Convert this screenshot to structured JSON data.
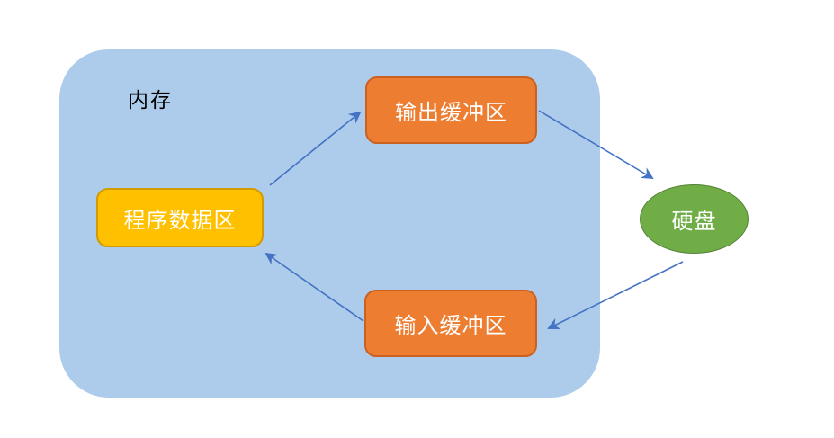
{
  "colors": {
    "memory_fill": "#ADCBEA",
    "gold_fill": "#FFC000",
    "gold_border": "#D29B00",
    "orange_fill": "#ED7D31",
    "orange_border": "#CB6120",
    "green_fill": "#70AD47",
    "green_border": "#548235",
    "arrow": "#4472C4",
    "node_text": "#FFFFFF",
    "container_text": "#000000"
  },
  "diagram": {
    "container": {
      "id": "memory",
      "label": "内存",
      "shape": "rounded-rectangle"
    },
    "nodes": [
      {
        "id": "program-data-area",
        "label": "程序数据区",
        "shape": "rounded-rectangle",
        "fill": "#FFC000",
        "inside_container": true
      },
      {
        "id": "output-buffer",
        "label": "输出缓冲区",
        "shape": "rounded-rectangle",
        "fill": "#ED7D31",
        "inside_container": true
      },
      {
        "id": "input-buffer",
        "label": "输入缓冲区",
        "shape": "rounded-rectangle",
        "fill": "#ED7D31",
        "inside_container": true
      },
      {
        "id": "hard-disk",
        "label": "硬盘",
        "shape": "ellipse",
        "fill": "#70AD47",
        "inside_container": false
      }
    ],
    "edges": [
      {
        "from": "program-data-area",
        "to": "output-buffer",
        "style": "straight-arrow"
      },
      {
        "from": "output-buffer",
        "to": "hard-disk",
        "style": "straight-arrow"
      },
      {
        "from": "hard-disk",
        "to": "input-buffer",
        "style": "straight-arrow"
      },
      {
        "from": "input-buffer",
        "to": "program-data-area",
        "style": "straight-arrow"
      }
    ]
  }
}
